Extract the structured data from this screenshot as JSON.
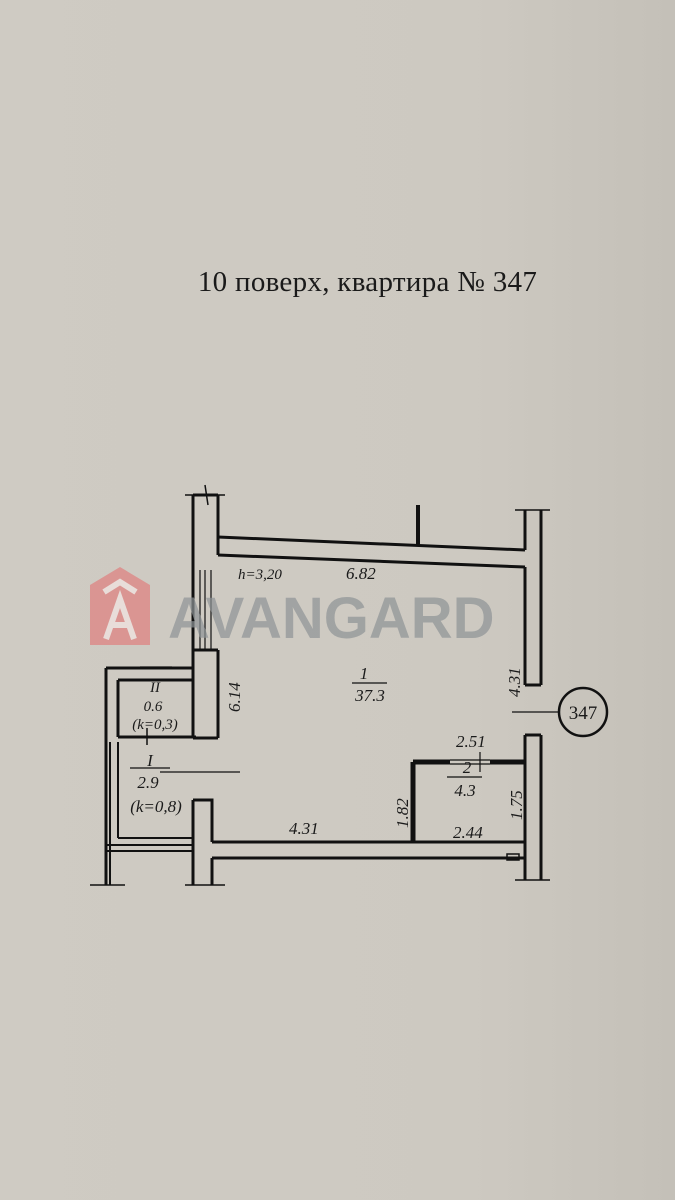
{
  "header": {
    "title": "10  поверх, квартира № 347"
  },
  "plan": {
    "ceiling_height": "h=3,20",
    "apartment_number": "347",
    "dimensions": {
      "top": "6.82",
      "left": "6.14",
      "right": "4.31",
      "bottom": "4.31",
      "room2_top": "2.51",
      "room2_bottom": "2.44",
      "room2_left": "1.82",
      "room2_right": "1.75"
    },
    "rooms": [
      {
        "number": "1",
        "area": "37.3"
      },
      {
        "number": "2",
        "area": "4.3"
      },
      {
        "number": "I",
        "area": "2.9",
        "coef": "(k=0,8)"
      },
      {
        "number": "II",
        "area": "0.6",
        "coef": "(k=0,3)"
      }
    ]
  },
  "watermark": {
    "text": "AVANGARD",
    "colors": {
      "logo": "#e07f7f",
      "text": "#8e9396"
    }
  }
}
